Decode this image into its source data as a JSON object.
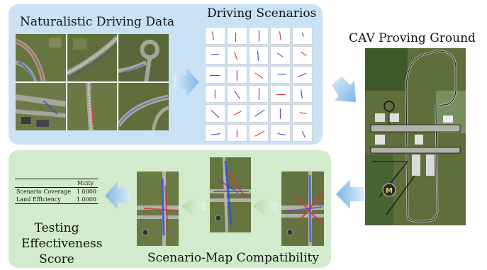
{
  "labels": {
    "naturalistic": "Naturalistic Driving Data",
    "scenarios": "Driving Scenarios",
    "cav": "CAV Proving Ground",
    "compat": "Scenario-Map Compatibility",
    "score": "Testing Effectiveness Score"
  },
  "table": {
    "header": "Mcity",
    "rows": [
      {
        "label": "Scenario Coverage",
        "value": "1.0000"
      },
      {
        "label": "Land Efficiency",
        "value": "1.0000"
      }
    ]
  },
  "colors": {
    "blue_panel": "#c9e2f6",
    "green_panel": "#d3ebcd",
    "arrow_blue": "#7eb6e6",
    "arrow_green": "#b9dba9",
    "track_red": "#d8363b",
    "track_blue": "#2d4fe0"
  },
  "icons": [
    "arrow-right-icon",
    "arrow-down-right-icon",
    "arrow-left-icon"
  ]
}
